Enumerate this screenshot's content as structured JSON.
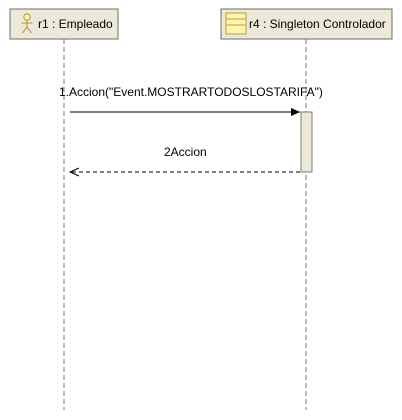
{
  "diagram": {
    "kind": "uml-sequence",
    "participants": [
      {
        "id": "r1",
        "label": "r1 : Empleado",
        "icon": "actor-icon"
      },
      {
        "id": "r4",
        "label": "r4 : Singleton Controlador",
        "icon": "class-icon"
      }
    ],
    "messages": [
      {
        "from": "r1",
        "to": "r4",
        "type": "synchronous",
        "label": "1.Accion(\"Event.MOSTRARTODOSLOSTARIFA\")"
      },
      {
        "from": "r4",
        "to": "r1",
        "type": "return",
        "label": "2Accion"
      }
    ],
    "colors": {
      "participant_fill": "#ece9d8",
      "participant_border": "#6b6b6b",
      "icon_fill": "#fff5b0",
      "icon_stroke": "#b89a3a",
      "lifeline": "#7a7a7a",
      "activation_fill": "#ece9d8",
      "arrow": "#000000"
    }
  }
}
